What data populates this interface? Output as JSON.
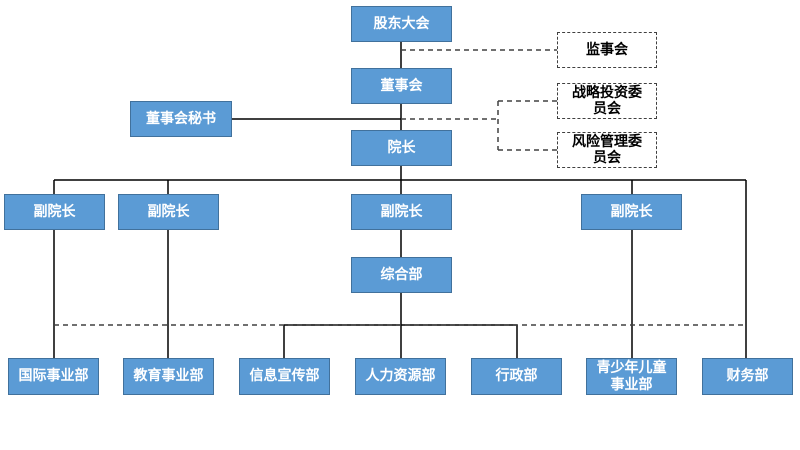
{
  "nodes": {
    "shareholders": "股东大会",
    "supervisory": "监事会",
    "board": "董事会",
    "secretary": "董事会秘书",
    "strategy": "战略投资委员会",
    "risk": "风险管理委员会",
    "president": "院长",
    "vp1": "副院长",
    "vp2": "副院长",
    "vp3": "副院长",
    "vp4": "副院长",
    "general": "综合部",
    "intl": "国际事业部",
    "edu": "教育事业部",
    "info": "信息宣传部",
    "hr": "人力资源部",
    "admin": "行政部",
    "youth": "青少年儿童事业部",
    "finance": "财务部"
  },
  "colors": {
    "node_fill": "#5b9bd5",
    "node_border": "#41719c",
    "line": "#000000",
    "dashed": "#404040"
  }
}
